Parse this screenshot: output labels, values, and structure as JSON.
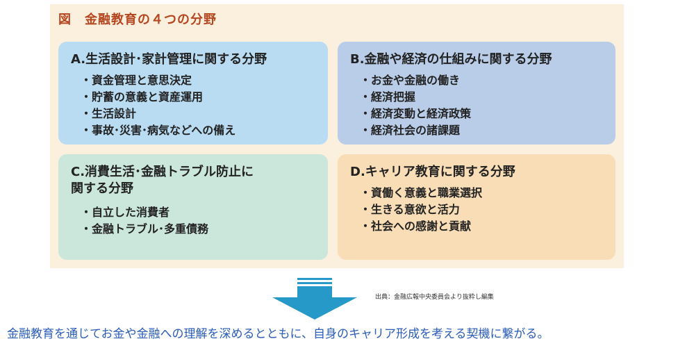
{
  "figure": {
    "title": "図　金融教育の４つの分野",
    "panel_color": "#fbf0de",
    "title_color": "#b5461f"
  },
  "cards": [
    {
      "title": "A.生活設計･家計管理に関する分野",
      "color": "#b9dcf3",
      "items": [
        "資金管理と意思決定",
        "貯蓄の意義と資産運用",
        "生活設計",
        "事故･災害･病気などへの備え"
      ]
    },
    {
      "title": "B.金融や経済の仕組みに関する分野",
      "color": "#b9cde9",
      "items": [
        "お金や金融の働き",
        "経済把握",
        "経済変動と経済政策",
        "経済社会の諸課題"
      ]
    },
    {
      "title": "C.消費生活･金融トラブル防止に\n関する分野",
      "color": "#cbe7dc",
      "items": [
        "自立した消費者",
        "金融トラブル･多重債務"
      ]
    },
    {
      "title": "D.キャリア教育に関する分野",
      "color": "#f9ddb6",
      "items": [
        "資働く意義と職業選択",
        "生きる意欲と活力",
        "社会への感謝と貢献"
      ]
    }
  ],
  "arrow": {
    "icon": "down-arrow-icon",
    "color": "#2699c8"
  },
  "source": "出典：金融広報中央委員会より抜粋し編集",
  "conclusion": "金融教育を通じてお金や金融への理解を深めるとともに、自身のキャリア形成を考える契機に繋がる。"
}
